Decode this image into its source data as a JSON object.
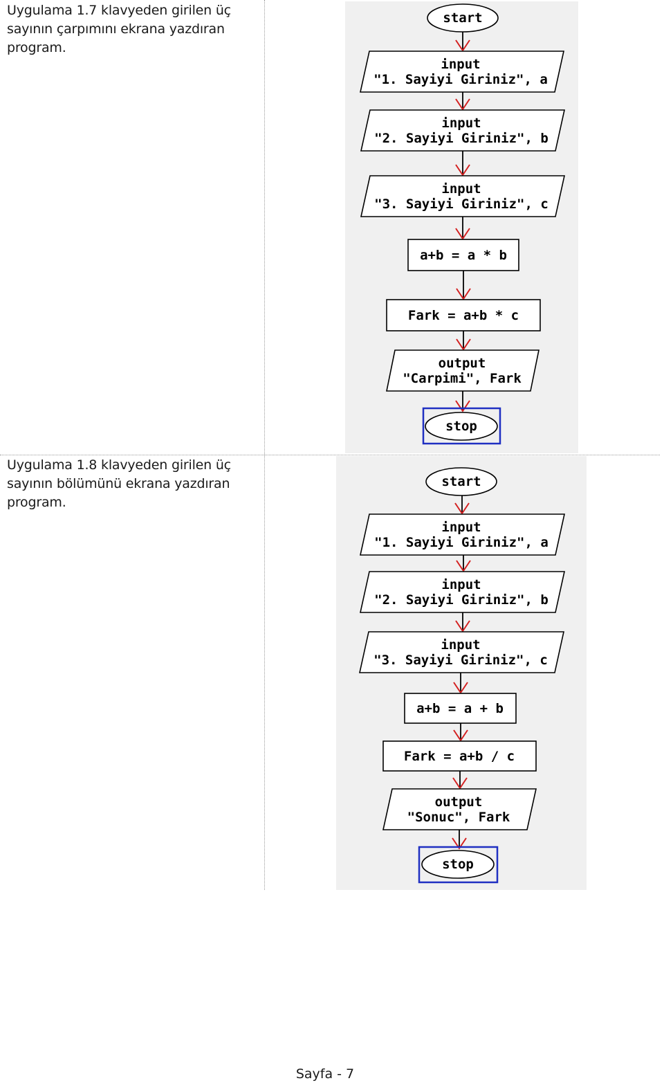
{
  "sections": [
    {
      "description": [
        "Uygulama 1.7 klavyeden girilen üç",
        "sayının çarpımını ekrana yazdıran",
        "program."
      ],
      "flowchart": {
        "start": "start",
        "input1": [
          "input",
          "\"1. Sayiyi Giriniz\", a"
        ],
        "input2": [
          "input",
          "\"2. Sayiyi Giriniz\", b"
        ],
        "input3": [
          "input",
          "\"3. Sayiyi Giriniz\", c"
        ],
        "assign1": "a+b = a * b",
        "assign2": "Fark = a+b * c",
        "output": [
          "output",
          "\"Carpimi\", Fark"
        ],
        "stop": "stop"
      }
    },
    {
      "description": [
        "Uygulama 1.8 klavyeden girilen üç",
        "sayının bölümünü ekrana yazdıran",
        "program."
      ],
      "flowchart": {
        "start": "start",
        "input1": [
          "input",
          "\"1. Sayiyi Giriniz\", a"
        ],
        "input2": [
          "input",
          "\"2. Sayiyi Giriniz\", b"
        ],
        "input3": [
          "input",
          "\"3. Sayiyi Giriniz\", c"
        ],
        "assign1": "a+b = a + b",
        "assign2": "Fark = a+b / c",
        "output": [
          "output",
          "\"Sonuc\", Fark"
        ],
        "stop": "stop"
      }
    }
  ],
  "footer": "Sayfa - 7"
}
